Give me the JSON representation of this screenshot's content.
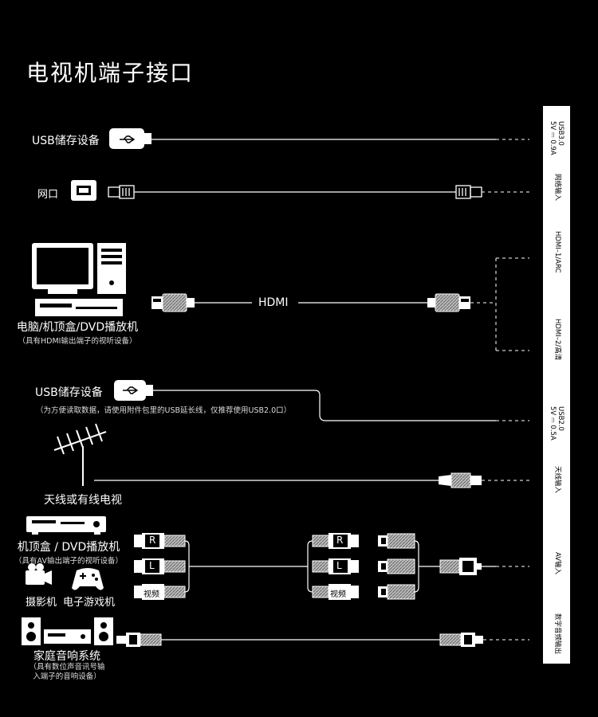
{
  "title": "电视机端子接口",
  "labels": {
    "usb1": "USB储存设备",
    "lan": "网口",
    "pc": "电脑/机顶盒/DVD播放机",
    "pc_note": "（具有HDMI输出端子的视听设备）",
    "hdmi": "HDMI",
    "usb2": "USB储存设备",
    "usb2_note": "（为方便读取数据，请使用附件包里的USB延长线，仅推荐使用USB2.0口）",
    "antenna": "天线或有线电视",
    "stb": "机顶盒 / DVD播放机",
    "stb_note": "（具有AV输出端子的视听设备）",
    "camera": "摄影机",
    "game": "电子游戏机",
    "audio": "家庭音响系统",
    "audio_note1": "（具有数位声音讯号输",
    "audio_note2": "入端子的音响设备）",
    "rca_r": "R",
    "rca_l": "L",
    "rca_video": "视频"
  },
  "ports": {
    "usb30_1": "USB3.0",
    "usb30_2": "5V ⎓ 0.9A",
    "lan": "网络输入",
    "hdmi1": "HDMI–1/ARC",
    "hdmi2": "HDMI–2/高清",
    "usb20_1": "USB2.0",
    "usb20_2": "5V ⎓ 0.5A",
    "antenna": "天线输入",
    "av": "AV输入",
    "spdif": "数字音频输出"
  }
}
